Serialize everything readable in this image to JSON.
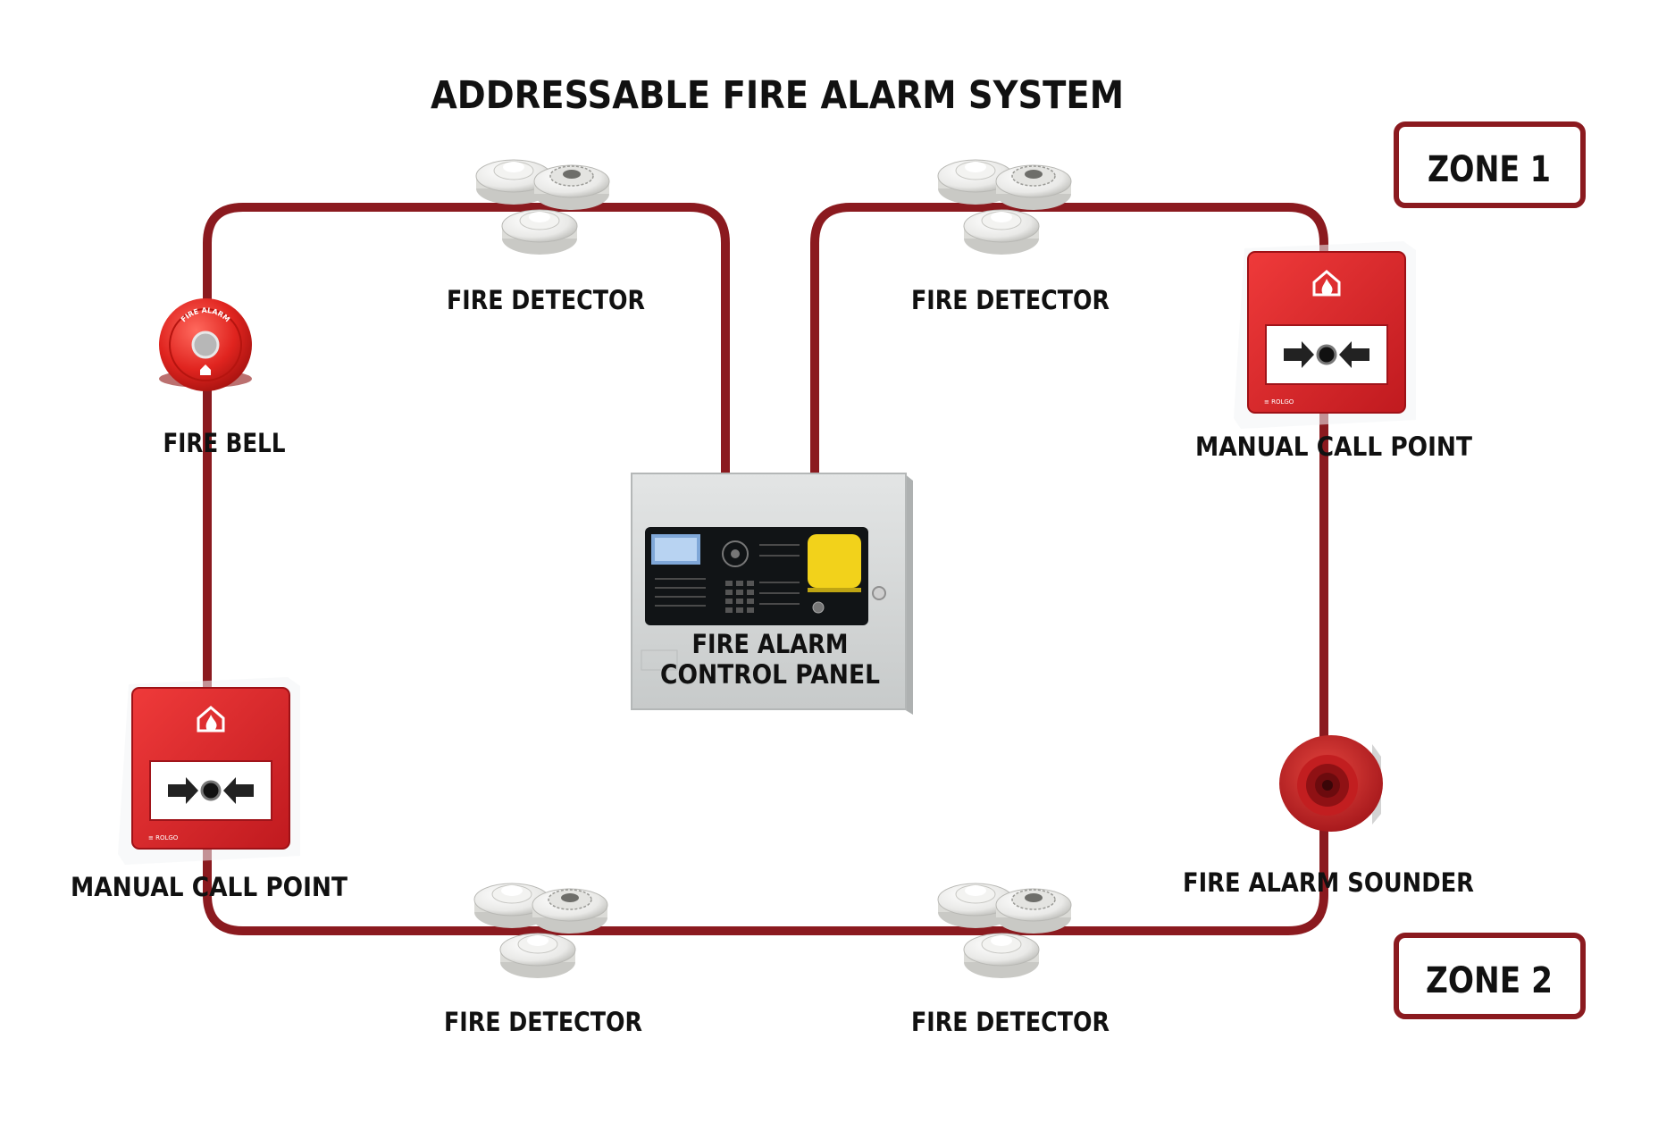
{
  "title": "ADDRESSABLE FIRE ALARM SYSTEM",
  "zones": {
    "zone1": "ZONE 1",
    "zone2": "ZONE 2"
  },
  "labels": {
    "fire_detector_top_left": "FIRE DETECTOR",
    "fire_detector_top_right": "FIRE DETECTOR",
    "fire_detector_bottom_left": "FIRE DETECTOR",
    "fire_detector_bottom_right": "FIRE DETECTOR",
    "fire_bell": "FIRE BELL",
    "manual_call_point_right": "MANUAL CALL POINT",
    "manual_call_point_left": "MANUAL CALL POINT",
    "fire_alarm_sounder": "FIRE ALARM SOUNDER",
    "control_panel_line1": "FIRE ALARM",
    "control_panel_line2": "CONTROL PANEL"
  },
  "bell_text": "FIRE ALARM",
  "colors": {
    "wire": "#8b1a1f",
    "zone_border": "#8b1a1f",
    "device_red": "#d9262c",
    "panel_grey": "#d4d6d6",
    "panel_yellow": "#f2d21b",
    "text": "#111111"
  },
  "icons": [
    "smoke-detector-icon",
    "fire-bell-icon",
    "call-point-icon",
    "sounder-icon",
    "control-panel-icon"
  ]
}
